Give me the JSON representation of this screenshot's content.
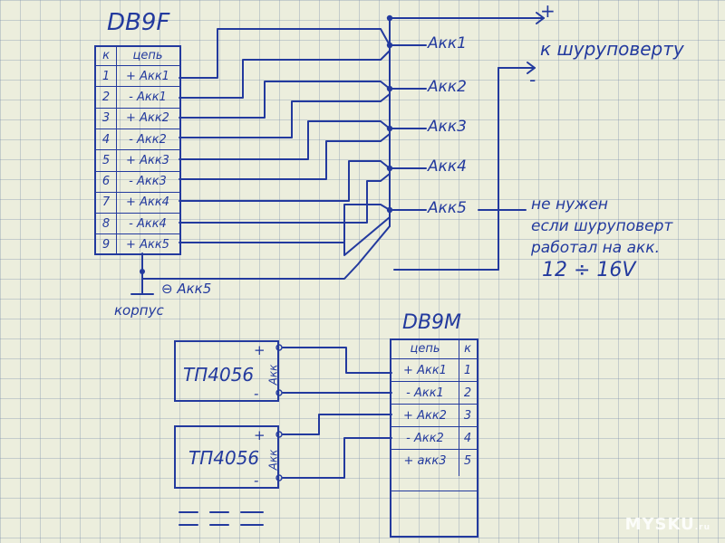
{
  "db9f": {
    "title": "DB9F",
    "header": {
      "k": "к",
      "chain": "цепь"
    },
    "rows": [
      {
        "k": "1",
        "chain": "+ Акк1"
      },
      {
        "k": "2",
        "chain": "- Акк1"
      },
      {
        "k": "3",
        "chain": "+ Акк2"
      },
      {
        "k": "4",
        "chain": "- Акк2"
      },
      {
        "k": "5",
        "chain": "+ Акк3"
      },
      {
        "k": "6",
        "chain": "- Акк3"
      },
      {
        "k": "7",
        "chain": "+ Акк4"
      },
      {
        "k": "8",
        "chain": "- Акк4"
      },
      {
        "k": "9",
        "chain": "+ Акк5"
      }
    ]
  },
  "accumulators": [
    "Акк1",
    "Акк2",
    "Акк3",
    "Акк4",
    "Акк5"
  ],
  "output": {
    "plus": "+",
    "minus": "-",
    "label": "к шуруповерту"
  },
  "note": {
    "line1": "не нужен",
    "line2": "если шуруповерт",
    "line3": "работал на акк.",
    "line4": "12 ÷ 16V"
  },
  "ground": {
    "label": "⊖ Акк5",
    "case_label": "корпус"
  },
  "db9m": {
    "title": "DB9M",
    "header": {
      "chain": "цепь",
      "k": "к"
    },
    "rows": [
      {
        "chain": "+ Акк1",
        "k": "1"
      },
      {
        "chain": "- Акк1",
        "k": "2"
      },
      {
        "chain": "+ Акк2",
        "k": "3"
      },
      {
        "chain": "- Акк2",
        "k": "4"
      },
      {
        "chain": "+ акк3",
        "k": "5"
      }
    ]
  },
  "modules": [
    {
      "name": "ТП4056",
      "side": "Акк",
      "plus": "+",
      "minus": "-"
    },
    {
      "name": "ТП4056",
      "side": "Акк",
      "plus": "+",
      "minus": "-"
    }
  ],
  "watermark": {
    "main": "MYSKU",
    "suffix": ".ru"
  }
}
